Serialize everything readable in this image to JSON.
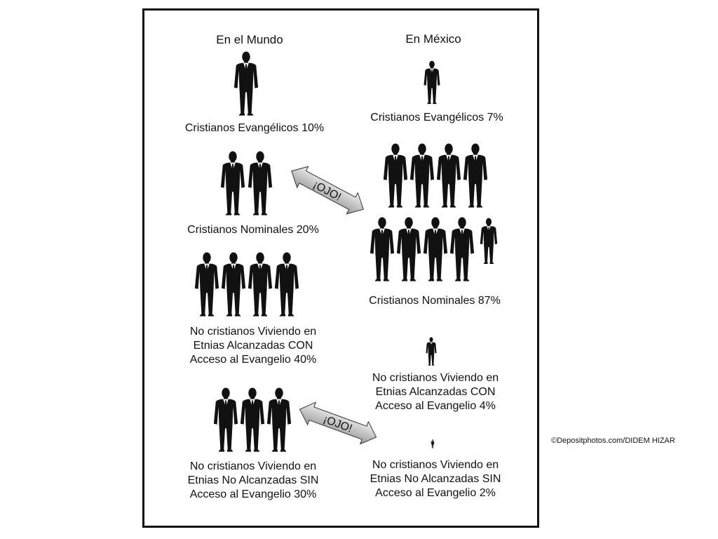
{
  "world": {
    "title": "En el Mundo",
    "evangelicos": "Cristianos Evangélicos 10%",
    "nominales": "Cristianos Nominales 20%",
    "con_acceso": "No cristianos Viviendo en\nEtnias Alcanzadas CON\nAcceso al Evangelio 40%",
    "sin_acceso": "No cristianos Viviendo en\nEtnias No Alcanzadas SIN\nAcceso al Evangelio 30%"
  },
  "mexico": {
    "title": "En México",
    "evangelicos": "Cristianos Evangélicos 7%",
    "nominales": "Cristianos Nominales 87%",
    "con_acceso": "No cristianos Viviendo en\nEtnias Alcanzadas CON\nAcceso al Evangelio 4%",
    "sin_acceso": "No cristianos Viviendo en\nEtnias No Alcanzadas SIN\nAcceso al Evangelio 2%"
  },
  "arrows": {
    "label_top": "¡OJO!",
    "label_bottom": "¡OJO!"
  },
  "credit": "©Depositphotos.com/DIDEM HIZAR"
}
